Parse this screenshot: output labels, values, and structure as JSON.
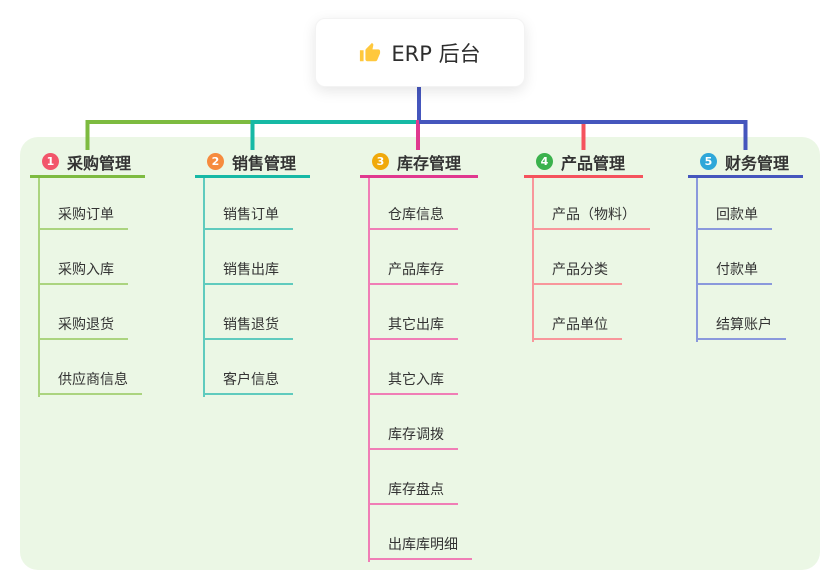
{
  "root": {
    "title": "ERP 后台",
    "icon": "thumbs-up-icon",
    "icon_color": "#FFC83D",
    "stem_color": "#4556BD"
  },
  "panel": {
    "background": "#EBF7E5"
  },
  "branches": [
    {
      "badge": "1",
      "label": "采购管理",
      "badge_color": "#F2566B",
      "line_color": "#7DBB40",
      "child_line_color": "#ABD47F",
      "children": [
        "采购订单",
        "采购入库",
        "采购退货",
        "供应商信息"
      ]
    },
    {
      "badge": "2",
      "label": "销售管理",
      "badge_color": "#F68B3E",
      "line_color": "#16B9A5",
      "child_line_color": "#5FCBBE",
      "children": [
        "销售订单",
        "销售出库",
        "销售退货",
        "客户信息"
      ]
    },
    {
      "badge": "3",
      "label": "库存管理",
      "badge_color": "#F0A90B",
      "line_color": "#E0398F",
      "child_line_color": "#F07EB6",
      "children": [
        "仓库信息",
        "产品库存",
        "其它出库",
        "其它入库",
        "库存调拨",
        "库存盘点",
        "出库库明细"
      ]
    },
    {
      "badge": "4",
      "label": "产品管理",
      "badge_color": "#3BB24D",
      "line_color": "#F5535D",
      "child_line_color": "#F8969B",
      "children": [
        "产品（物料）",
        "产品分类",
        "产品单位"
      ]
    },
    {
      "badge": "5",
      "label": "财务管理",
      "badge_color": "#2EA7D9",
      "line_color": "#4556BD",
      "child_line_color": "#8A99DC",
      "children": [
        "回款单",
        "付款单",
        "结算账户"
      ]
    }
  ]
}
